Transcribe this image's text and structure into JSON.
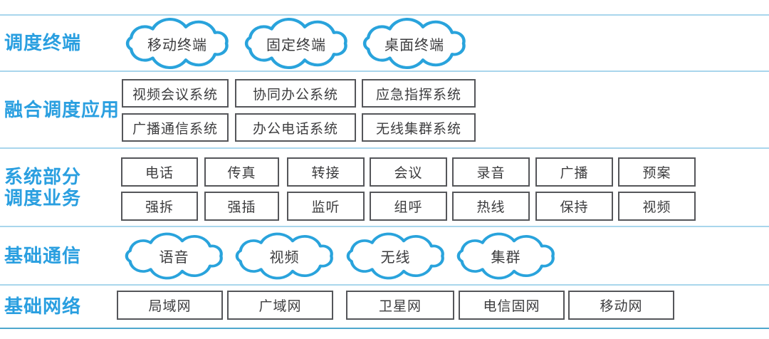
{
  "colors": {
    "label_blue": "#2a9fe0",
    "cloud_stroke": "#29a3dc",
    "box_border": "#55565a",
    "box_text": "#3c3c3e",
    "divider_light_blue": "#a9d6ec",
    "bottom_line_blue": "#4ea7cd"
  },
  "layers": [
    {
      "id": "dispatch-terminals",
      "label": "调度终端",
      "type": "clouds",
      "items": [
        "移动终端",
        "固定终端",
        "桌面终端"
      ]
    },
    {
      "id": "integrated-dispatch-applications",
      "label": "融合调度应用",
      "type": "boxes",
      "rows": [
        [
          "视频会议系统",
          "协同办公系统",
          "应急指挥系统"
        ],
        [
          "广播通信系统",
          "办公电话系统",
          "无线集群系统"
        ]
      ]
    },
    {
      "id": "system-dispatch-services",
      "label_lines": [
        "系统部分",
        "调度业务"
      ],
      "type": "boxes",
      "rows": [
        [
          "电话",
          "传真",
          "转接",
          "会议",
          "录音",
          "广播",
          "预案"
        ],
        [
          "强拆",
          "强插",
          "监听",
          "组呼",
          "热线",
          "保持",
          "视频"
        ]
      ]
    },
    {
      "id": "basic-communication",
      "label": "基础通信",
      "type": "clouds",
      "items": [
        "语音",
        "视频",
        "无线",
        "集群"
      ]
    },
    {
      "id": "basic-network",
      "label": "基础网络",
      "type": "boxes",
      "rows": [
        [
          "局域网",
          "广域网",
          "卫星网",
          "电信固网",
          "移动网"
        ]
      ]
    }
  ]
}
